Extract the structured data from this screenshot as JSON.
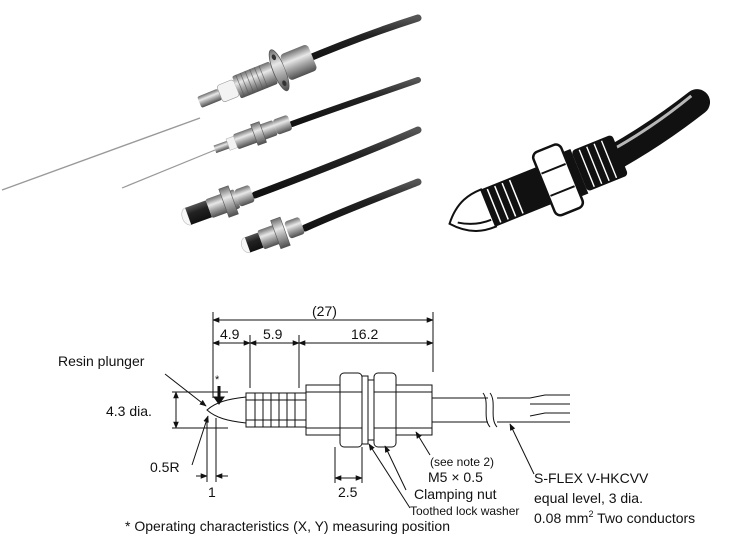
{
  "photo": {
    "sensor_count": 4
  },
  "illustration": {
    "icon": "sensor-line-art"
  },
  "drawing": {
    "dims": {
      "overall": "(27)",
      "d1": "4.9",
      "d2": "5.9",
      "d3": "16.2",
      "dia": "4.3 dia.",
      "radius": "0.5R",
      "tip": "1",
      "nut_width": "2.5"
    },
    "labels": {
      "resin_plunger": "Resin plunger",
      "star": "*",
      "see_note": "(see note 2)",
      "thread": "M5 × 0.5",
      "clamping_nut": "Clamping nut",
      "washer": "Toothed lock washer",
      "cable_line1": "S-FLEX V-HKCVV",
      "cable_line2": "equal level, 3 dia.",
      "cable_line3_a": "0.08 mm",
      "cable_line3_sup": "2",
      "cable_line3_b": " Two conductors"
    },
    "footnote": "* Operating characteristics (X, Y) measuring position"
  }
}
